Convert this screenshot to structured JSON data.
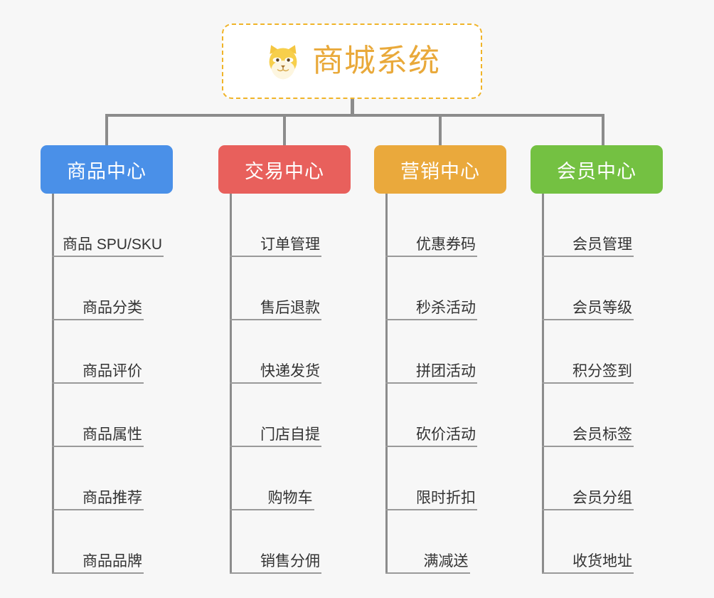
{
  "diagram": {
    "title": "商城系统",
    "logo_icon": "shiba-dog-icon",
    "background_color": "#f7f7f7",
    "connector_color": "#8c8c8c",
    "root_border_color": "#f0b429",
    "root_text_color": "#e9a93a"
  },
  "columns": [
    {
      "name": "product-center",
      "title": "商品中心",
      "color": "#4a90e8",
      "items": [
        {
          "label": "商品 SPU/SKU"
        },
        {
          "label": "商品分类"
        },
        {
          "label": "商品评价"
        },
        {
          "label": "商品属性"
        },
        {
          "label": "商品推荐"
        },
        {
          "label": "商品品牌"
        }
      ]
    },
    {
      "name": "trade-center",
      "title": "交易中心",
      "color": "#e8605c",
      "items": [
        {
          "label": "订单管理"
        },
        {
          "label": "售后退款"
        },
        {
          "label": "快递发货"
        },
        {
          "label": "门店自提"
        },
        {
          "label": "购物车"
        },
        {
          "label": "销售分佣"
        }
      ]
    },
    {
      "name": "marketing-center",
      "title": "营销中心",
      "color": "#eaa93c",
      "items": [
        {
          "label": "优惠券码"
        },
        {
          "label": "秒杀活动"
        },
        {
          "label": "拼团活动"
        },
        {
          "label": "砍价活动"
        },
        {
          "label": "限时折扣"
        },
        {
          "label": "满减送"
        }
      ]
    },
    {
      "name": "member-center",
      "title": "会员中心",
      "color": "#74c142",
      "items": [
        {
          "label": "会员管理"
        },
        {
          "label": "会员等级"
        },
        {
          "label": "积分签到"
        },
        {
          "label": "会员标签"
        },
        {
          "label": "会员分组"
        },
        {
          "label": "收货地址"
        }
      ]
    }
  ]
}
